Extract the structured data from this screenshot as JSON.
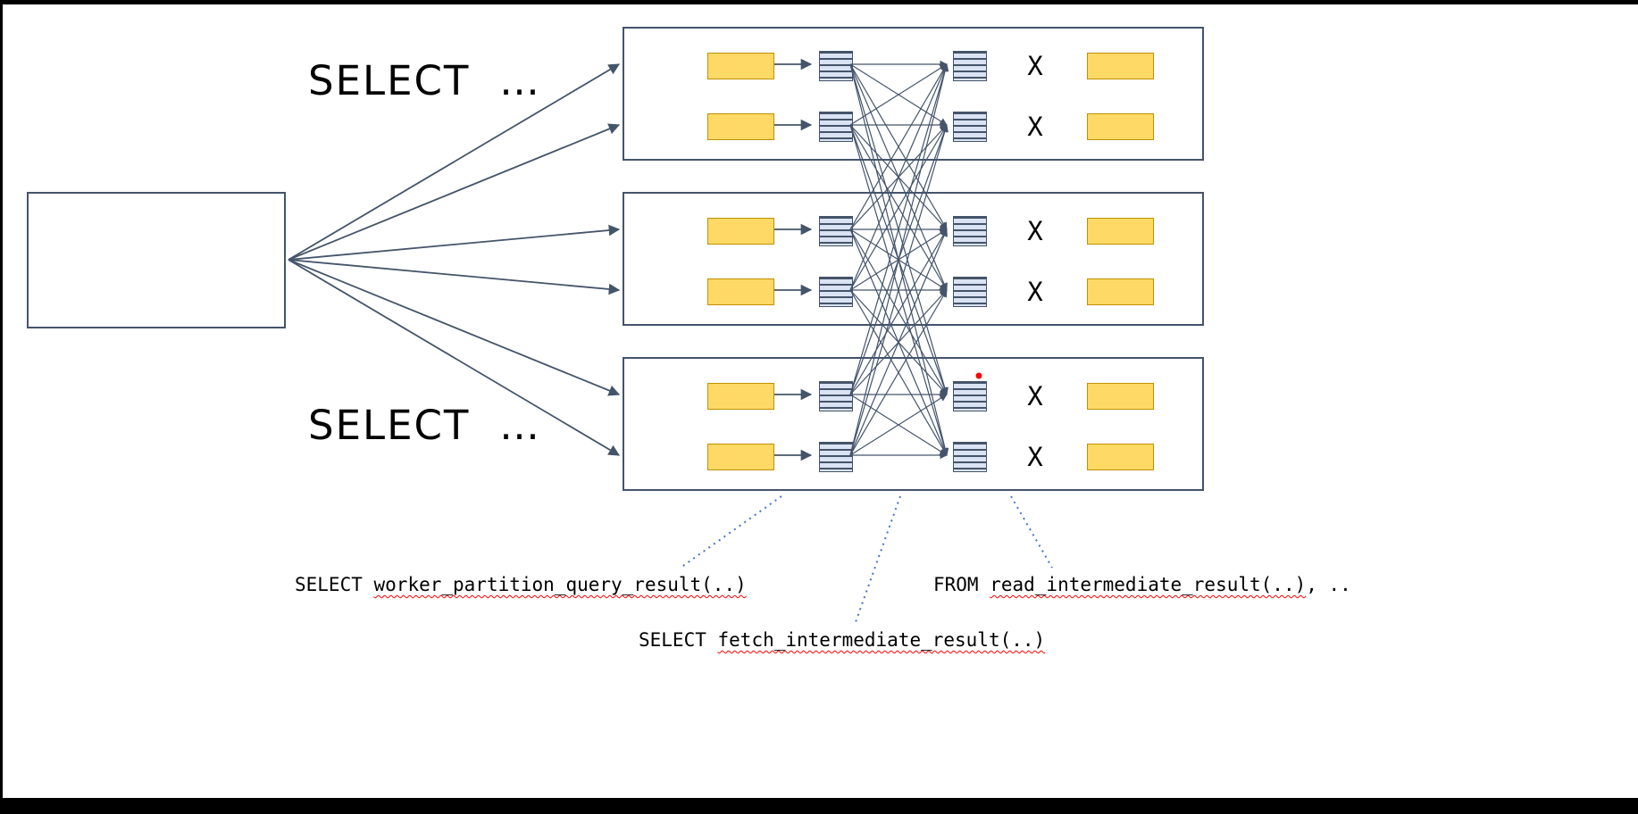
{
  "diagram": {
    "query_labels": {
      "top": "SELECT  …",
      "bottom": "SELECT  …"
    },
    "x_label": "X",
    "annotations": {
      "partition": {
        "prefix": "SELECT ",
        "token": "worker_partition_query_result(..)",
        "tail": ""
      },
      "fetch": {
        "prefix": "SELECT ",
        "token": "fetch_intermediate_result(..)",
        "tail": ""
      },
      "read": {
        "prefix": "FROM ",
        "token": "read_intermediate_result(..)",
        "tail": ", .."
      }
    },
    "colors": {
      "box_border": "#44546a",
      "arrow": "#44546a",
      "table_fill": "#ffd966",
      "result_fill": "#dae3f3",
      "callout_line": "#4472c4",
      "error_underline": "#ff0000",
      "marker_dot": "#ff0000"
    }
  }
}
